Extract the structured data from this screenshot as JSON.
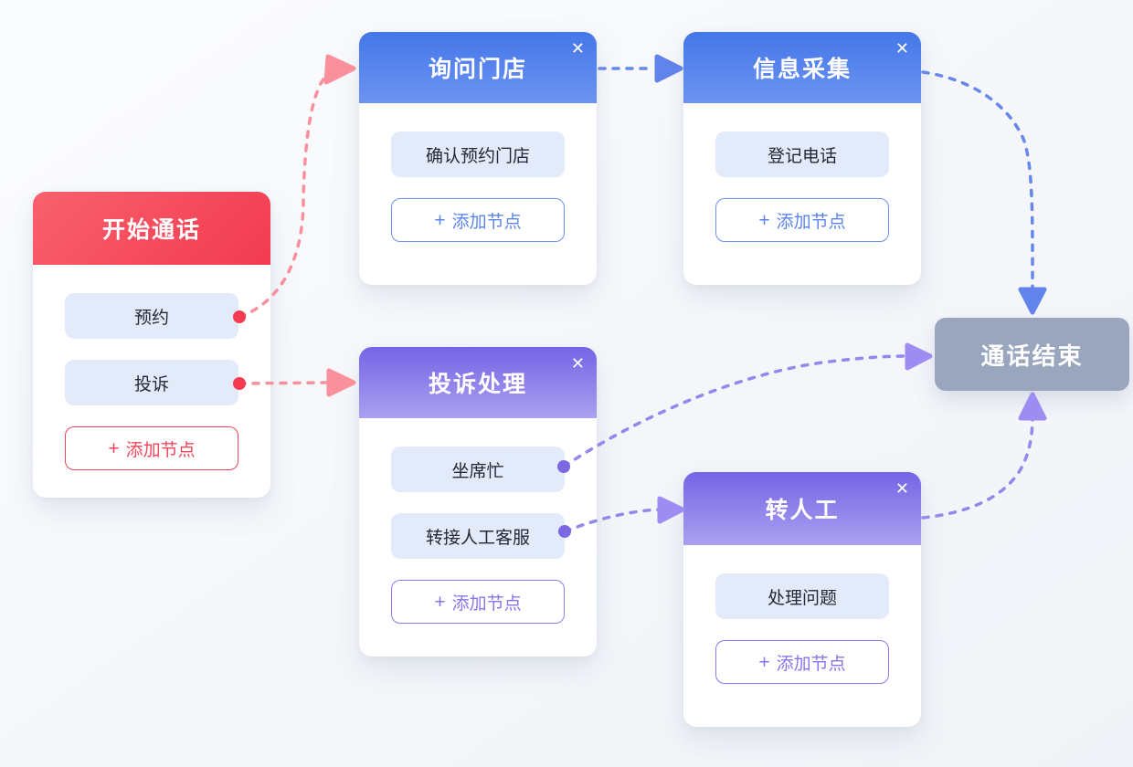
{
  "ui": {
    "close_glyph": "✕",
    "plus_glyph": "+"
  },
  "colors": {
    "red_accent": "#f4465a",
    "red_header_gradient": [
      "#f9616d",
      "#f23a50"
    ],
    "blue_accent": "#5b85ec",
    "blue_header_gradient": [
      "#4477e9",
      "#6c93f1"
    ],
    "purple_accent": "#8677ec",
    "purple_header_gradient": [
      "#7564e6",
      "#aba0ef"
    ],
    "chip_background": "#e3eaf9",
    "end_node_background": "#9aa6be",
    "canvas_background": "#f6f8fb"
  },
  "nodes": {
    "start": {
      "title": "开始通话",
      "theme": "red",
      "items": [
        "预约",
        "投诉"
      ],
      "add_label": "添加节点"
    },
    "inquire": {
      "title": "询问门店",
      "theme": "blue",
      "items": [
        "确认预约门店"
      ],
      "add_label": "添加节点"
    },
    "collect": {
      "title": "信息采集",
      "theme": "blue",
      "items": [
        "登记电话"
      ],
      "add_label": "添加节点"
    },
    "complaint": {
      "title": "投诉处理",
      "theme": "purple",
      "items": [
        "坐席忙",
        "转接人工客服"
      ],
      "add_label": "添加节点"
    },
    "transfer": {
      "title": "转人工",
      "theme": "purple",
      "items": [
        "处理问题"
      ],
      "add_label": "添加节点"
    },
    "end": {
      "title": "通话结束",
      "theme": "gray"
    }
  },
  "edges": [
    {
      "from": "开始通话:预约",
      "to": "询问门店",
      "color": "red",
      "style": "dashed"
    },
    {
      "from": "开始通话:投诉",
      "to": "投诉处理",
      "color": "red",
      "style": "dashed"
    },
    {
      "from": "询问门店",
      "to": "信息采集",
      "color": "blue",
      "style": "dashed"
    },
    {
      "from": "信息采集",
      "to": "通话结束",
      "color": "blue",
      "style": "dashed"
    },
    {
      "from": "投诉处理:坐席忙",
      "to": "通话结束",
      "color": "purple",
      "style": "dashed"
    },
    {
      "from": "投诉处理:转接人工客服",
      "to": "转人工",
      "color": "purple",
      "style": "dashed"
    },
    {
      "from": "转人工",
      "to": "通话结束",
      "color": "purple",
      "style": "dashed"
    }
  ]
}
